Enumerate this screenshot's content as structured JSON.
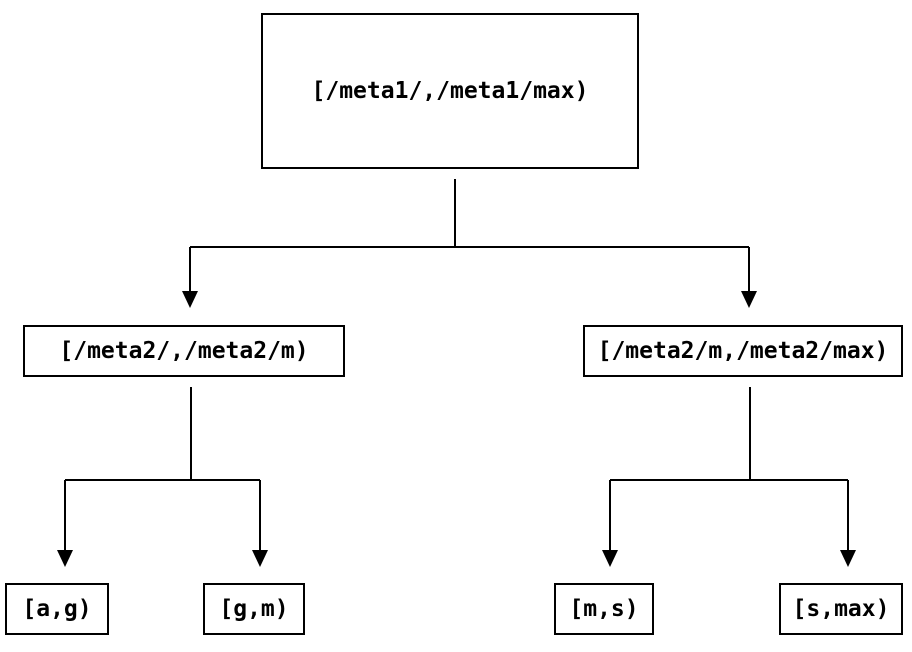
{
  "diagram": {
    "type": "binary-interval-tree",
    "background_color": "#ffffff",
    "line_color": "#000000",
    "nodes": {
      "root": {
        "id": "root",
        "label": "[/meta1/,/meta1/max)"
      },
      "mid_left": {
        "id": "mid_left",
        "label": "[/meta2/,/meta2/m)"
      },
      "mid_right": {
        "id": "mid_right",
        "label": "[/meta2/m,/meta2/max)"
      },
      "leaf_1": {
        "id": "leaf_1",
        "label": "[a,g)"
      },
      "leaf_2": {
        "id": "leaf_2",
        "label": "[g,m)"
      },
      "leaf_3": {
        "id": "leaf_3",
        "label": "[m,s)"
      },
      "leaf_4": {
        "id": "leaf_4",
        "label": "[s,max)"
      }
    },
    "edges": [
      {
        "from": "root",
        "to": "mid_left"
      },
      {
        "from": "root",
        "to": "mid_right"
      },
      {
        "from": "mid_left",
        "to": "leaf_1"
      },
      {
        "from": "mid_left",
        "to": "leaf_2"
      },
      {
        "from": "mid_right",
        "to": "leaf_3"
      },
      {
        "from": "mid_right",
        "to": "leaf_4"
      }
    ]
  }
}
